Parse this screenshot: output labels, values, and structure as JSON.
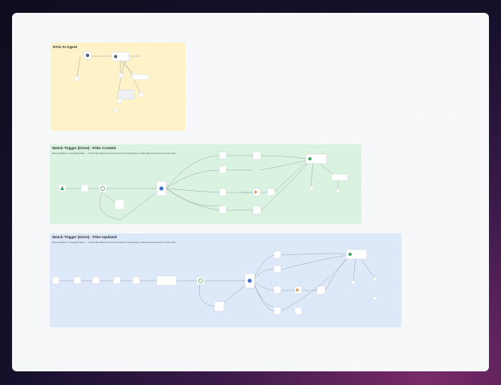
{
  "notes": [
    {
      "id": "rag",
      "title": "RAG AI Agent",
      "description": "",
      "color": "#fdf2c8"
    },
    {
      "id": "created",
      "title": "Watch Trigger (Drive) - Files Created",
      "description": "New uploads in a specific folder → Chunk file data and do conversion (if necessary), embed file and insert to vector store",
      "color": "#d9f3e0"
    },
    {
      "id": "updated",
      "title": "Watch Trigger (Drive) - Files Updated",
      "description": "New updates in a specific folder → Chunk file data and do conversion (if necessary), embed file and insert to vector store",
      "color": "#dde8f8"
    }
  ],
  "colors": {
    "connection": "#8d93a0",
    "node_border": "#c6cad2",
    "node_fill": "#ffffff",
    "accent_green": "#3aa55d",
    "accent_blue": "#3b6fd6",
    "accent_orange": "#f0993a",
    "accent_purple": "#8a4fd8"
  }
}
